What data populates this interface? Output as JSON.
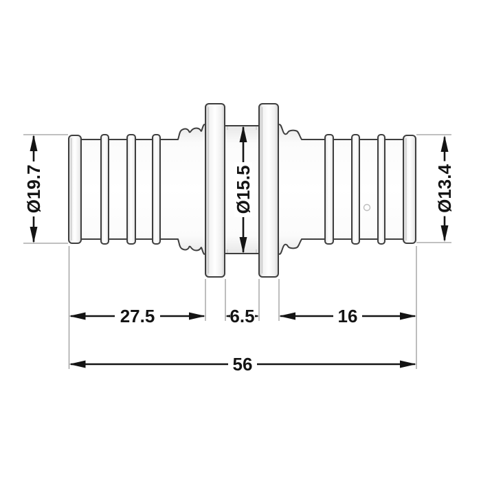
{
  "drawing": {
    "title": "pipe-coupling-technical-drawing",
    "type": "2D dimensioned engineering drawing of a barbed coupling fitting",
    "background_color": "#ffffff",
    "part_outline_color": "#3e3e3e",
    "dimension_color": "#141414",
    "extension_line_color": "#9a9a9a",
    "dimensions": {
      "dia_left": "Ø19.7",
      "dia_mid": "Ø15.5",
      "dia_right": "Ø13.4",
      "len_left": "27.5",
      "len_mid": "6.5",
      "len_right": "16",
      "len_total": "56"
    }
  }
}
